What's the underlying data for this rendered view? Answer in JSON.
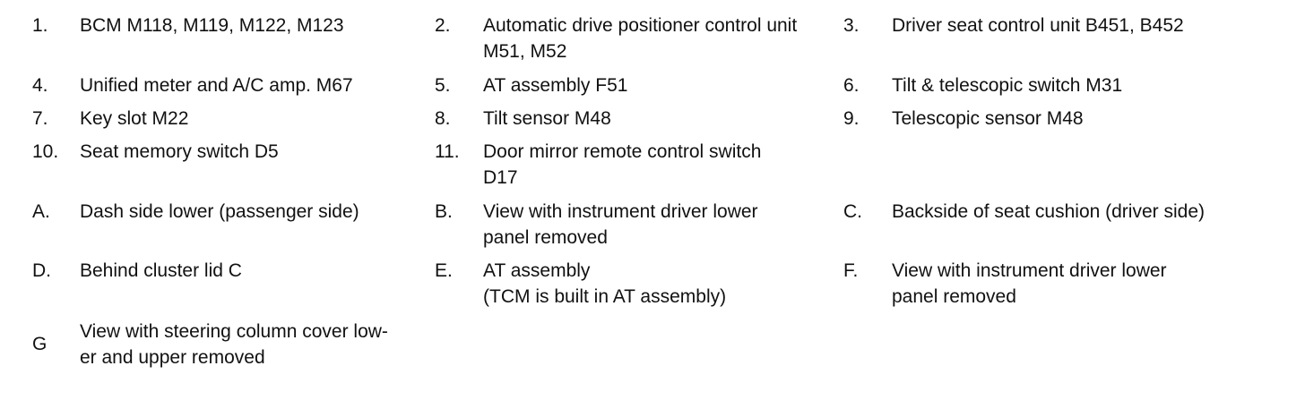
{
  "legend": {
    "rows": [
      [
        {
          "num": "1.",
          "lines": [
            "BCM M118, M119, M122, M123"
          ]
        },
        {
          "num": "2.",
          "lines": [
            "Automatic drive positioner control unit",
            "M51, M52"
          ]
        },
        {
          "num": "3.",
          "lines": [
            "Driver seat control unit B451, B452"
          ]
        }
      ],
      [
        {
          "num": "4.",
          "lines": [
            "Unified meter and A/C amp. M67"
          ]
        },
        {
          "num": "5.",
          "lines": [
            "AT assembly F51"
          ]
        },
        {
          "num": "6.",
          "lines": [
            "Tilt & telescopic switch M31"
          ]
        }
      ],
      [
        {
          "num": "7.",
          "lines": [
            "Key slot M22"
          ]
        },
        {
          "num": "8.",
          "lines": [
            "Tilt sensor M48"
          ]
        },
        {
          "num": "9.",
          "lines": [
            "Telescopic sensor M48"
          ]
        }
      ],
      [
        {
          "num": "10.",
          "lines": [
            "Seat memory switch D5"
          ]
        },
        {
          "num": "11.",
          "lines": [
            "Door mirror remote control switch",
            "D17"
          ]
        }
      ],
      [
        {
          "num": "A.",
          "lines": [
            "Dash side lower (passenger side)"
          ]
        },
        {
          "num": "B.",
          "lines": [
            "View with instrument driver lower",
            "panel removed"
          ]
        },
        {
          "num": "C.",
          "lines": [
            "Backside of seat cushion (driver side)"
          ]
        }
      ],
      [
        {
          "num": "D.",
          "lines": [
            "Behind cluster lid C"
          ]
        },
        {
          "num": "E.",
          "lines": [
            "AT assembly",
            "(TCM is built in AT assembly)"
          ]
        },
        {
          "num": "F.",
          "lines": [
            "View with instrument driver lower",
            "panel removed"
          ]
        }
      ],
      [
        {
          "num": "G",
          "lines": [
            "View with steering column cover low-",
            "er and upper removed"
          ]
        }
      ]
    ]
  }
}
